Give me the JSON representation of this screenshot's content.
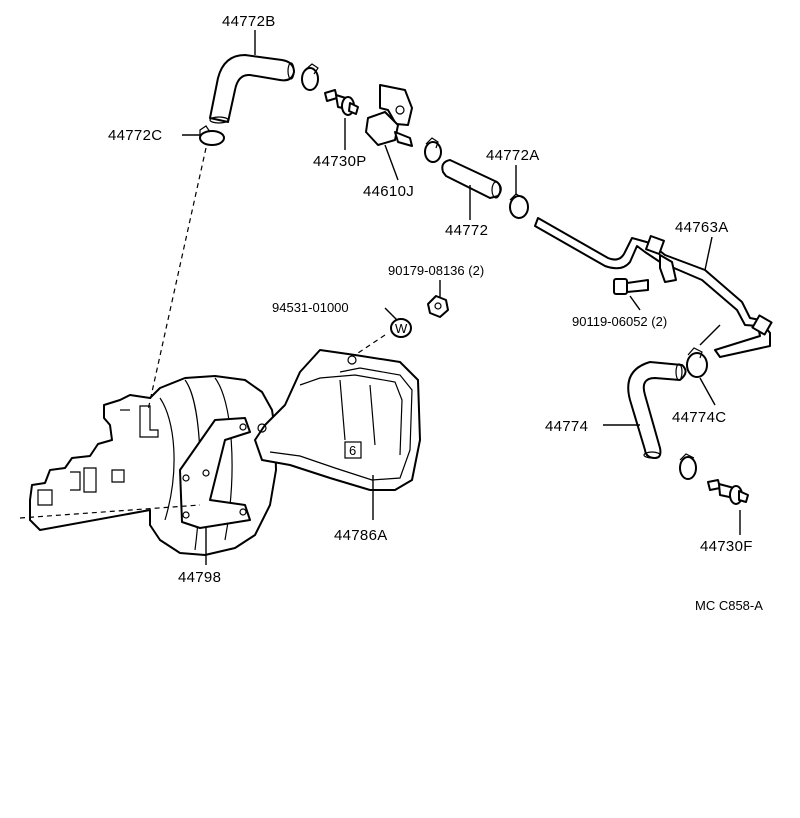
{
  "diagram": {
    "ref_code": "MC C858-A",
    "parts": [
      {
        "id": "p-44772B",
        "label": "44772B"
      },
      {
        "id": "p-44772C",
        "label": "44772C"
      },
      {
        "id": "p-44730P",
        "label": "44730P"
      },
      {
        "id": "p-44610J",
        "label": "44610J"
      },
      {
        "id": "p-44772A",
        "label": "44772A"
      },
      {
        "id": "p-44772",
        "label": "44772"
      },
      {
        "id": "p-44763A",
        "label": "44763A"
      },
      {
        "id": "p-90179",
        "label": "90179-08136",
        "qty": "(2)"
      },
      {
        "id": "p-94531",
        "label": "94531-01000"
      },
      {
        "id": "p-90119",
        "label": "90119-06052",
        "qty": "(2)"
      },
      {
        "id": "p-44774C",
        "label": "44774C"
      },
      {
        "id": "p-44774",
        "label": "44774"
      },
      {
        "id": "p-44786A",
        "label": "44786A"
      },
      {
        "id": "p-44798",
        "label": "44798"
      },
      {
        "id": "p-44730F",
        "label": "44730F"
      }
    ],
    "washer_mark": "W",
    "clip_mark": "6"
  }
}
